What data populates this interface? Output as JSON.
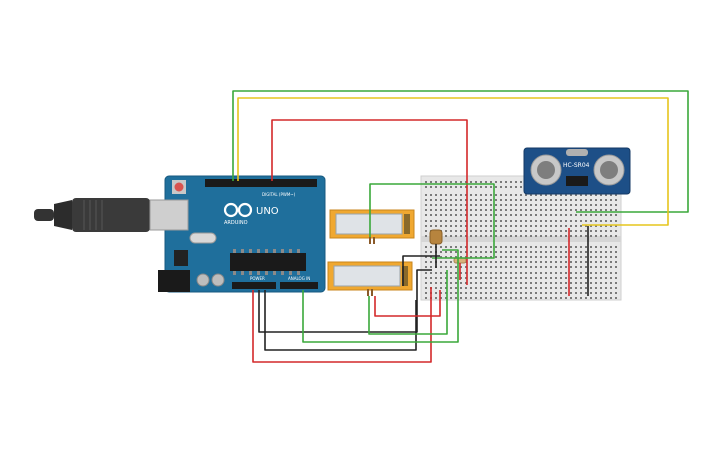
{
  "arduino": {
    "brand": "ARDUINO",
    "model": "UNO",
    "digital_header_label": "DIGITAL (PWM~)",
    "power_label": "POWER",
    "analog_label": "ANALOG IN",
    "board_color": "#1f6f9c"
  },
  "sensor": {
    "label": "HC-SR04",
    "board_color": "#1d4f87"
  },
  "wire_colors": {
    "green": "#3aa83a",
    "yellow": "#e6c51d",
    "red": "#d3282a",
    "black": "#222222"
  },
  "components": {
    "usb_cable": "usb-cable",
    "breadboard": "breadboard",
    "slide_potentiometer_top": "slide-pot",
    "slide_potentiometer_bottom": "slide-pot",
    "photoresistor": "photoresistor",
    "resistor": "resistor"
  }
}
